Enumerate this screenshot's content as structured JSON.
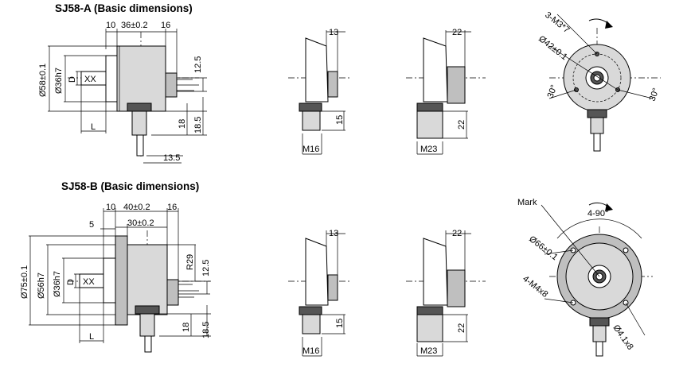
{
  "sections": {
    "a": {
      "title": "SJ58-A (Basic dimensions)",
      "side": {
        "flange_w": "10",
        "body_w": "36±0.2",
        "cable_w": "16",
        "dia_body": "Ø58±0.1",
        "dia_shaft": "Ø36h7",
        "shaft_d": "D",
        "shaft_l": "L",
        "h_axis": "12.5",
        "h_conn": "18",
        "h_total": "18.5",
        "conn_off": "13.5"
      },
      "m16": {
        "width": "13",
        "height": "15",
        "thread": "M16"
      },
      "m23": {
        "width": "22",
        "height": "22",
        "thread": "M23"
      },
      "front": {
        "holes": "3-M3*7",
        "pcd": "Ø42±0.1",
        "ang_left": "30°",
        "ang_right": "30°"
      }
    },
    "b": {
      "title": "SJ58-B (Basic dimensions)",
      "side": {
        "flange_w": "10",
        "body_w": "40±0.2",
        "cable_w": "16",
        "step_w": "5",
        "inner_w": "30±0.2",
        "dia_outer": "Ø75±0.1",
        "dia_body": "Ø56h7",
        "dia_shaft": "Ø36h7",
        "shaft_d": "D",
        "shaft_l": "L",
        "radius": "R29",
        "h_axis": "12.5",
        "h_conn": "18",
        "h_total": "18.5"
      },
      "m16": {
        "width": "13",
        "height": "15",
        "thread": "M16"
      },
      "m23": {
        "width": "22",
        "height": "22",
        "thread": "M23"
      },
      "front": {
        "mark": "Mark",
        "angle": "4-90°",
        "pcd": "Ø66±0.1",
        "holes": "4-M4x8",
        "hole_d": "Ø4.1x8"
      }
    }
  }
}
